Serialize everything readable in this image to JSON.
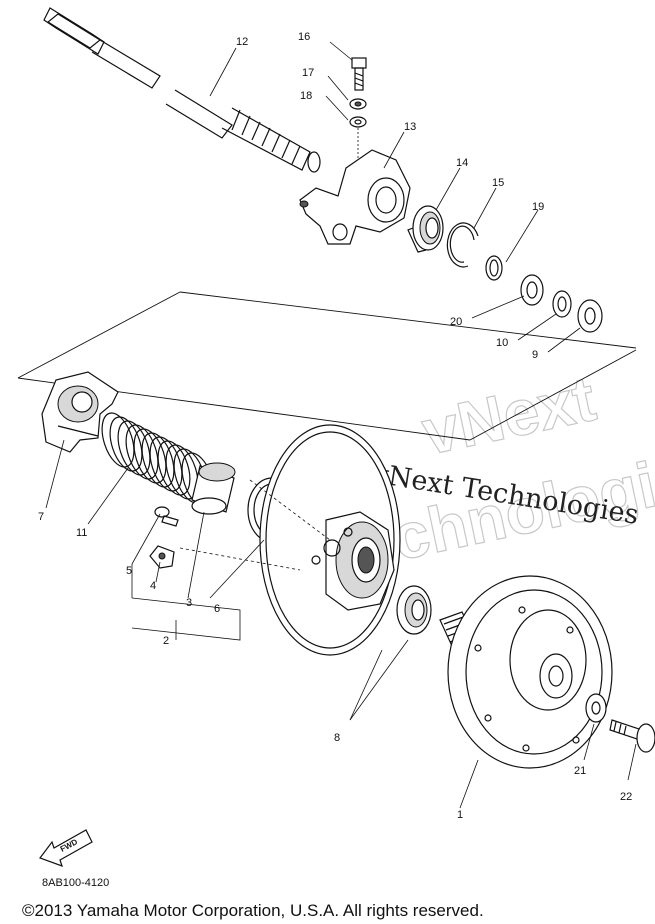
{
  "callouts": {
    "c1": "1",
    "c2": "2",
    "c3": "3",
    "c4": "4",
    "c5": "5",
    "c6": "6",
    "c7": "7",
    "c8": "8",
    "c9": "9",
    "c10": "10",
    "c11": "11",
    "c12": "12",
    "c13": "13",
    "c14": "14",
    "c15": "15",
    "c16": "16",
    "c17": "17",
    "c18": "18",
    "c19": "19",
    "c20": "20",
    "c21": "21",
    "c22": "22"
  },
  "fwd_label": "FWD",
  "watermark": {
    "line1": "vNext",
    "line2": "vNext Technologies",
    "line3": "Technologies"
  },
  "diagram_code": "8AB100-4120",
  "copyright": "©2013 Yamaha Motor Corporation, U.S.A. All rights reserved."
}
